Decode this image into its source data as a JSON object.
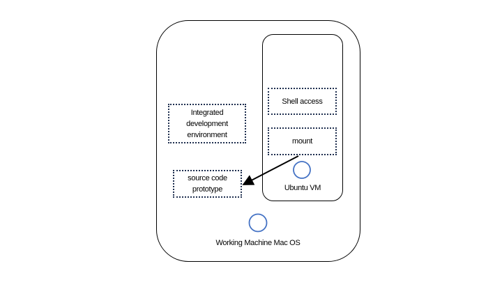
{
  "diagram": {
    "host_label": "Working Machine Mac OS",
    "vm_label": "Ubuntu VM",
    "boxes": {
      "shell_access": "Shell access",
      "mount": "mount",
      "ide": "Integrated\ndevelopment\nenvironment",
      "source_code": "source code\nprototype"
    }
  },
  "colors": {
    "outline": "#000000",
    "dotted_border": "#1f2f4f",
    "node_circle": "#4472c4"
  }
}
